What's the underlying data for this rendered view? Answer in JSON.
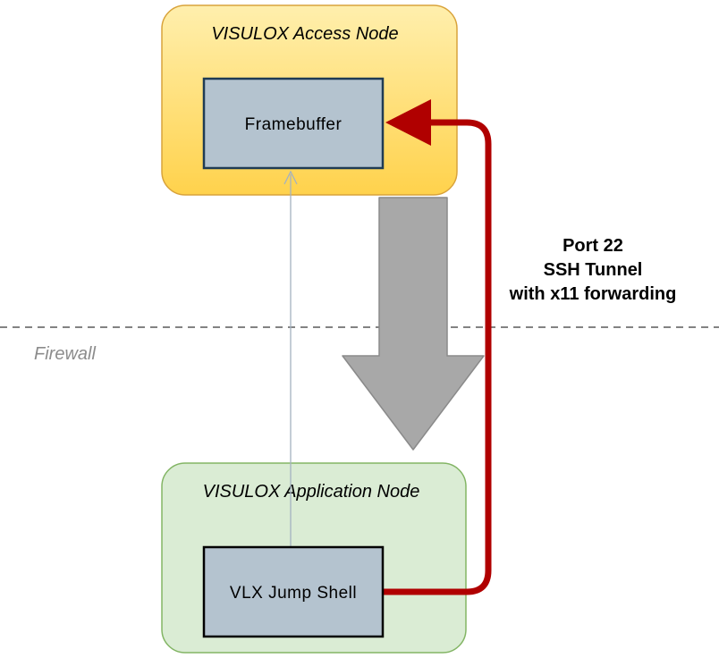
{
  "access_node": {
    "title": "VISULOX Access Node"
  },
  "framebuffer": {
    "label": "Framebuffer"
  },
  "application_node": {
    "title": "VISULOX Application Node"
  },
  "jump_shell": {
    "label": "VLX Jump Shell"
  },
  "firewall": {
    "label": "Firewall"
  },
  "ssh_annotation": {
    "line1": "Port 22",
    "line2": "SSH Tunnel",
    "line3": "with x11 forwarding"
  },
  "colors": {
    "access_node_fill_top": "#FFEFAD",
    "access_node_fill_bottom": "#FFD24C",
    "access_node_stroke": "#D9A33B",
    "application_node_fill": "#DAECD4",
    "application_node_stroke": "#83B565",
    "box_fill": "#B4C3CF",
    "framebuffer_stroke": "#1F3B54",
    "jump_shell_stroke": "#000000",
    "big_arrow_fill": "#A8A8A8",
    "big_arrow_stroke": "#8A8A8A",
    "ssh_tunnel_color": "#B00000",
    "callback_line_color": "#A4B2C0",
    "firewall_line_color": "#5A5A5A",
    "firewall_text_color": "#8C8C8C"
  }
}
